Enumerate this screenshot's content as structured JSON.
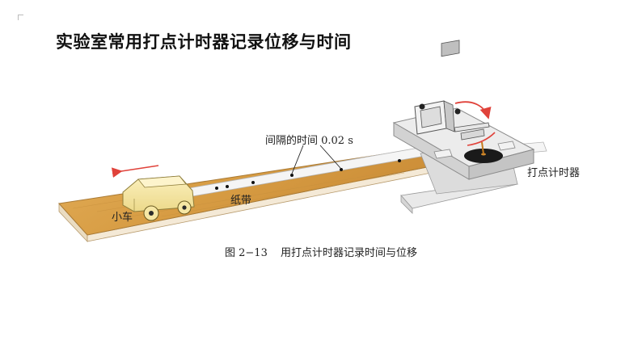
{
  "slide": {
    "title": "实验室常用打点计时器记录位移与时间"
  },
  "figure": {
    "labels": {
      "interval": "间隔的时间 0.02 s",
      "tape": "纸带",
      "cart": "小车",
      "timer": "打点计时器"
    },
    "caption": {
      "number": "图 2−13",
      "text": "用打点计时器记录时间与位移"
    }
  },
  "colors": {
    "board_top": "#d9a24a",
    "board_edge": "#f3e6cf",
    "cart": "#f7e6a0",
    "arrow": "#e0423a",
    "timer_body": "#e6e6e6"
  },
  "icons": {
    "motion_arrow": "left-arrow-icon",
    "rotation_arrow": "curved-arrow-icon"
  }
}
